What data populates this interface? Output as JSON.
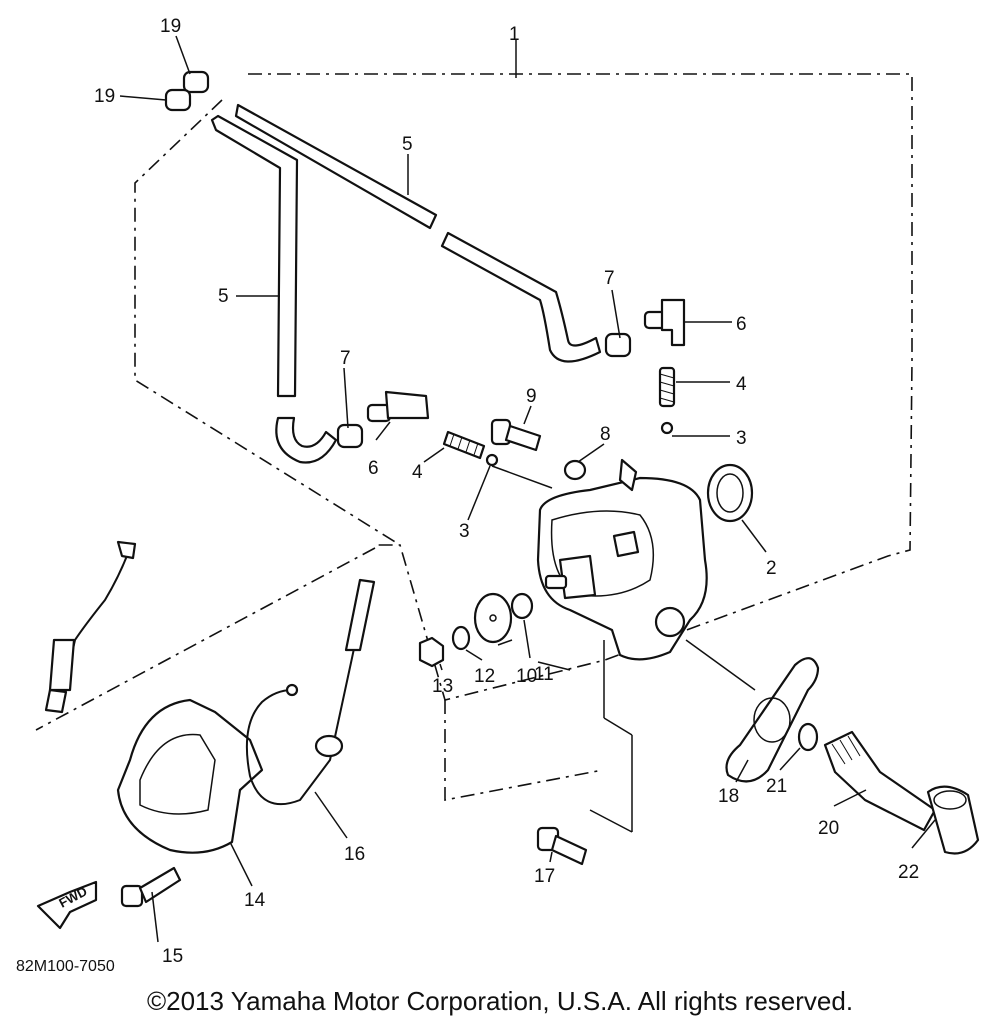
{
  "diagram": {
    "code": "82M100-7050",
    "copyright": "©2013 Yamaha Motor Corporation, U.S.A. All rights reserved.",
    "fwd_label": "FWD",
    "callouts": [
      "1",
      "2",
      "3",
      "3",
      "4",
      "4",
      "5",
      "5",
      "6",
      "6",
      "7",
      "7",
      "8",
      "9",
      "10",
      "11",
      "12",
      "13",
      "14",
      "15",
      "16",
      "17",
      "18",
      "19",
      "19",
      "20",
      "21",
      "22"
    ]
  }
}
